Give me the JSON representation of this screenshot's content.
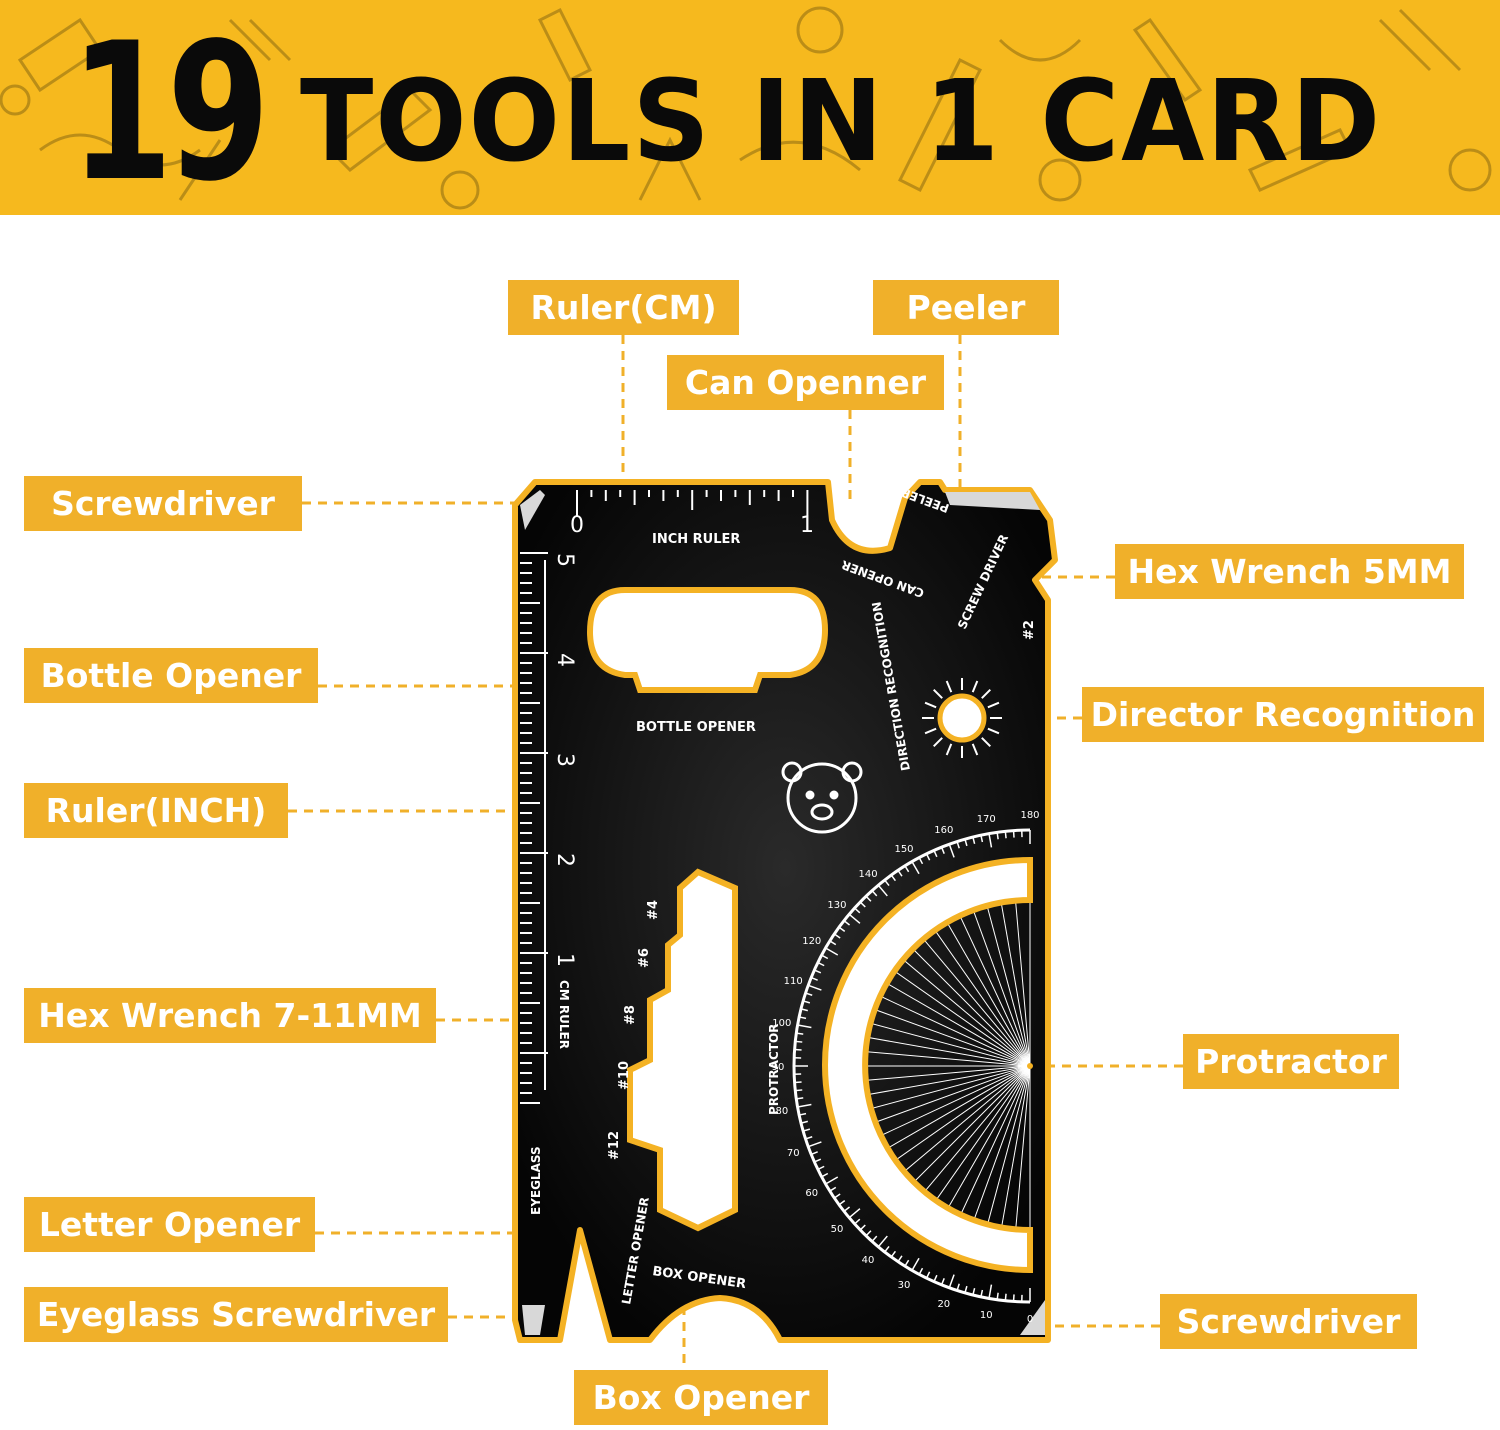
{
  "headline": {
    "number": "19",
    "rest": "TOOLS IN 1 CARD"
  },
  "colors": {
    "banner": "#f6b91e",
    "label": "#f0b02a",
    "card": "#0a0a0a",
    "outline": "#f4b224"
  },
  "labels": {
    "ruler_cm": "Ruler(CM)",
    "peeler": "Peeler",
    "can_opener": "Can Openner",
    "screwdriver_top": "Screwdriver",
    "hex_5mm": "Hex Wrench 5MM",
    "bottle_opener": "Bottle Opener",
    "director": "Director Recognition",
    "ruler_inch": "Ruler(INCH)",
    "hex_7_11": "Hex Wrench 7-11MM",
    "protractor": "Protractor",
    "letter_opener": "Letter Opener",
    "eyeglass_screwdriver": "Eyeglass Screwdriver",
    "screwdriver_bottom": "Screwdriver",
    "box_opener": "Box Opener"
  },
  "card_text": {
    "inch_ruler": "INCH RULER",
    "inch_0": "0",
    "inch_1": "1",
    "can_opener": "CAN OPENER",
    "peeler": "PEELER",
    "screw_driver": "SCREW DRIVER",
    "hex2": "#2",
    "bottle_opener": "BOTTLE OPENER",
    "direction_recognition": "DIRECTION RECOGNITION",
    "cm_ruler": "CM RULER",
    "cm_5": "5",
    "cm_4": "4",
    "cm_3": "3",
    "cm_2": "2",
    "cm_1": "1",
    "hex4": "#4",
    "hex6": "#6",
    "hex8": "#8",
    "hex10": "#10",
    "hex12": "#12",
    "protractor": "PROTRACTOR",
    "eyeglass": "EYEGLASS",
    "letter_opener": "LETTER OPENER",
    "box_opener": "BOX OPENER",
    "degrees": [
      "0",
      "10",
      "20",
      "30",
      "40",
      "50",
      "60",
      "70",
      "80",
      "90",
      "100",
      "110",
      "120",
      "130",
      "140",
      "150",
      "160",
      "170",
      "180"
    ]
  }
}
